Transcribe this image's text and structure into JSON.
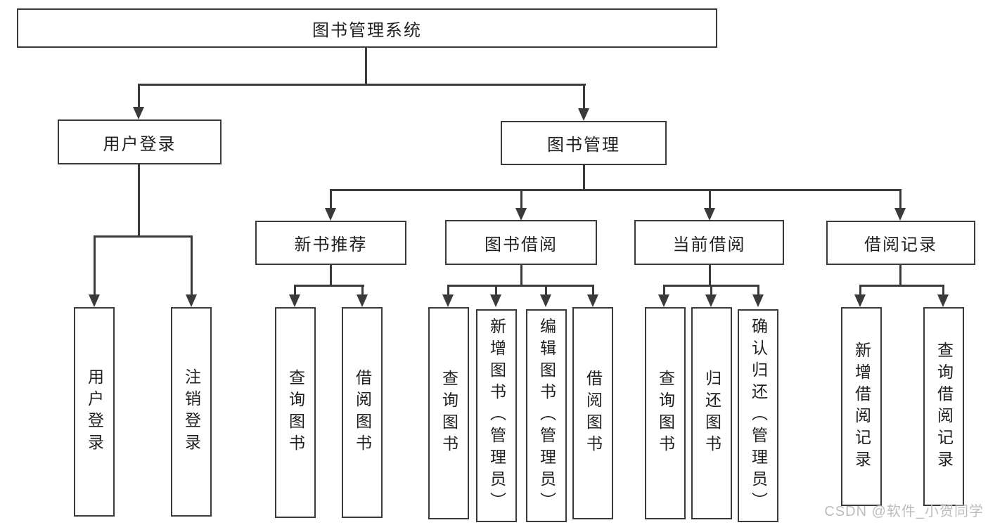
{
  "diagram": {
    "title": "图书管理系统",
    "root": {
      "label": "图书管理系统"
    },
    "login": {
      "label": "用户登录",
      "children": [
        "用户登录",
        "注销登录"
      ]
    },
    "management": {
      "label": "图书管理",
      "modules": [
        {
          "label": "新书推荐",
          "children": [
            "查询图书",
            "借阅图书"
          ]
        },
        {
          "label": "图书借阅",
          "children": [
            "查询图书",
            "新增图书（管理员）",
            "编辑图书（管理员）",
            "借阅图书"
          ]
        },
        {
          "label": "当前借阅",
          "children": [
            "查询图书",
            "归还图书",
            "确认归还（管理员）"
          ]
        },
        {
          "label": "借阅记录",
          "children": [
            "新增借阅记录",
            "查询借阅记录"
          ]
        }
      ]
    }
  },
  "watermark": {
    "text": "CSDN @软件_小贺同学"
  },
  "colors": {
    "line": "#3a3a3a",
    "box_border": "#3a3a3a",
    "box_fill": "#ffffff",
    "text": "#1f1f1f",
    "watermark": "#bdbdbd",
    "background": "#ffffff"
  }
}
